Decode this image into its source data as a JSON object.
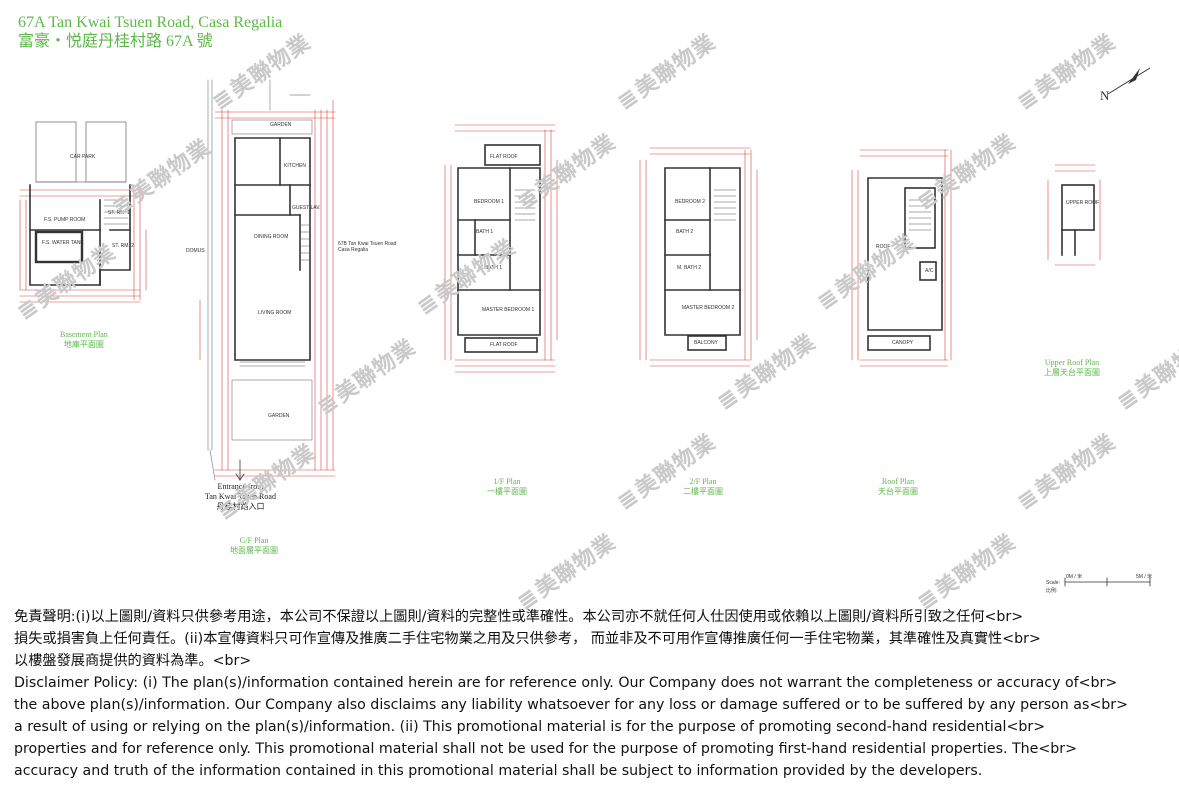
{
  "header": {
    "title_en": "67A Tan Kwai Tsuen Road, Casa Regalia",
    "title_zh": "富豪・悦庭丹桂村路 67A 號"
  },
  "plans": [
    {
      "en": "Basement Plan",
      "zh": "地庫平面圖"
    },
    {
      "en": "G/F Plan",
      "zh": "地面層平面圖"
    },
    {
      "en": "1/F Plan",
      "zh": "一樓平面圖"
    },
    {
      "en": "2/F Plan",
      "zh": "二樓平面圖"
    },
    {
      "en": "Roof Plan",
      "zh": "天台平面圖"
    },
    {
      "en": "Upper Roof Plan",
      "zh": "上層天台平面圖"
    }
  ],
  "entrance": {
    "line1": "Entrance from",
    "line2": "Tan Kwai Tsuen Road",
    "zh": "丹桂村路入口"
  },
  "compass": {
    "label": "N"
  },
  "scale": {
    "label_en": "Scale:",
    "label_zh": "比例:",
    "mark_a": "0M / 米",
    "mark_b": "5M / 米"
  },
  "rooms": {
    "car_park": "CAR PARK",
    "fs_pump_room": "F.S. PUMP ROOM",
    "fs_water_tank": "F.S. WATER TANK",
    "st_rm_1": "ST. RM. 1",
    "st_rm_2": "ST. RM. 2",
    "garden_top": "GARDEN",
    "kitchen": "KITCHEN",
    "dining_room": "DINING ROOM",
    "living_room": "LIVING ROOM",
    "guest_lav": "GUEST LAV.",
    "garden_bottom": "GARDEN",
    "domus": "DOMUS",
    "address_en": "67B Tan Kwai Tsuen Road Casa Regalia",
    "flat_roof_1": "FLAT ROOF",
    "bedroom_1": "BEDROOM 1",
    "bath_1": "BATH 1",
    "m_bath_1": "M. BATH 1",
    "master_bedroom_1": "MASTER BEDROOM 1",
    "flat_roof_2": "FLAT ROOF",
    "bedroom_2": "BEDROOM 2",
    "bath_2": "BATH 2",
    "m_bath_2": "M. BATH 2",
    "master_bedroom_2": "MASTER BEDROOM 2",
    "balcony": "BALCONY",
    "roof": "ROOF",
    "canopy": "CANOPY",
    "ac": "A/C",
    "upper_roof": "UPPER ROOF"
  },
  "watermark": {
    "text": "美聯物業"
  },
  "disclaimer": {
    "lines": [
      "免責聲明:(i)以上圖則/資料只供參考用途，本公司不保證以上圖則/資料的完整性或準確性。本公司亦不就任何人仕因使用或依賴以上圖則/資料所引致之任何<br>",
      "損失或損害負上任何責任。(ii)本宣傳資料只可作宣傳及推廣二手住宅物業之用及只供參考， 而並非及不可用作宣傳推廣任何一手住宅物業，其準確性及真實性<br>",
      "以樓盤發展商提供的資料為準。<br>",
      "Disclaimer Policy: (i) The plan(s)/information contained herein are for reference only. Our Company does not warrant the completeness or accuracy of<br>",
      "the above plan(s)/information. Our Company also disclaims any liability whatsoever for any loss or damage suffered or to be suffered by any person as<br>",
      "a result of using or relying on the plan(s)/information. (ii) This promotional material is for the purpose of promoting second-hand residential<br>",
      "properties and for reference only. This promotional material shall not be used for the purpose of promoting first-hand residential properties. The<br>",
      "accuracy and truth of the information contained in this promotional material shall be subject to information provided by the developers."
    ]
  }
}
